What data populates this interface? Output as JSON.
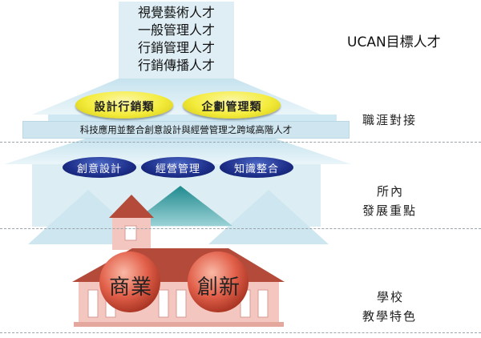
{
  "top_box": {
    "lines": [
      "視覺藝術人才",
      "一般管理人才",
      "行銷管理人才",
      "行銷傳播人才"
    ]
  },
  "goal_label": "UCAN目標人才",
  "levels": {
    "career": "職涯對接",
    "dept_1": "所內",
    "dept_2": "發展重點",
    "school_1": "學校",
    "school_2": "教學特色"
  },
  "pills": [
    "設計行銷類",
    "企劃管理類"
  ],
  "band_text": "科技應用並整合創意設計與經營管理之跨域高階人才",
  "disks": [
    "創意設計",
    "經營管理",
    "知識整合"
  ],
  "balls": [
    "商業",
    "創新"
  ],
  "colors": {
    "sky": "#dfeef5",
    "pill": "#f4ec3c",
    "disk": "#1d2f8a",
    "brick": "#f3c7c0",
    "roof": "#b34a3a",
    "ball": "#e2604a"
  }
}
